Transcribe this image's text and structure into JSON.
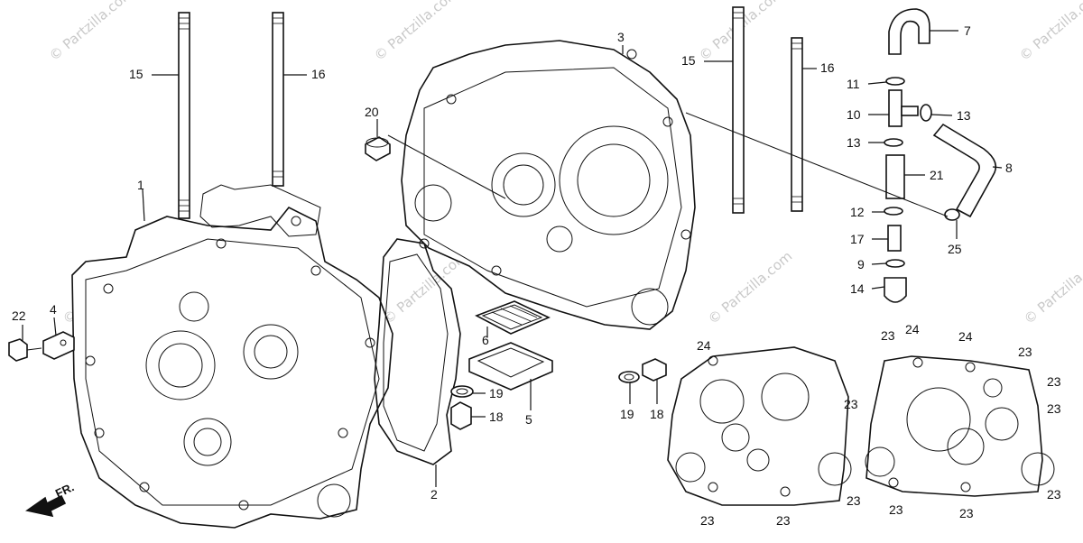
{
  "watermark": "© Partzilla.com",
  "direction_marker": "FR.",
  "callouts": {
    "c1": "1",
    "c2": "2",
    "c3": "3",
    "c4": "4",
    "c5": "5",
    "c6": "6",
    "c7": "7",
    "c8": "8",
    "c9": "9",
    "c10": "10",
    "c11": "11",
    "c12": "12",
    "c13": "13",
    "c14": "14",
    "c15": "15",
    "c16": "16",
    "c17": "17",
    "c18": "18",
    "c19": "19",
    "c20": "20",
    "c21": "21",
    "c22": "22",
    "c23": "23",
    "c24": "24",
    "c25": "25"
  }
}
